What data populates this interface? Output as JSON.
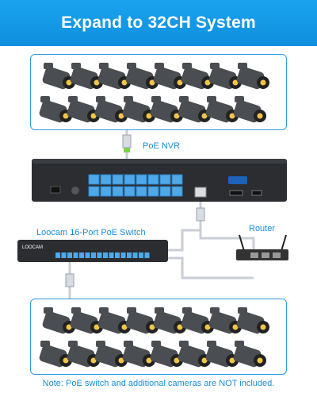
{
  "header": {
    "title": "Expand to 32CH System"
  },
  "labels": {
    "nvr": "PoE NVR",
    "switch": "Loocam 16-Port PoE Switch",
    "router": "Router",
    "switch_brand": "LOOCAM"
  },
  "footer": {
    "note": "Note: PoE switch and additional cameras are NOT included."
  },
  "camera_groups": {
    "top_count": 16,
    "bottom_count": 16
  },
  "nvr_ports": 16,
  "switch_ports": 16,
  "colors": {
    "accent": "#1a8fdb",
    "banner": "#1aa3ee",
    "camera_body": "#4a4d52",
    "port_blue": "#4fa9e8",
    "cable": "#c9ced6",
    "device_dark": "#2b2d31"
  }
}
